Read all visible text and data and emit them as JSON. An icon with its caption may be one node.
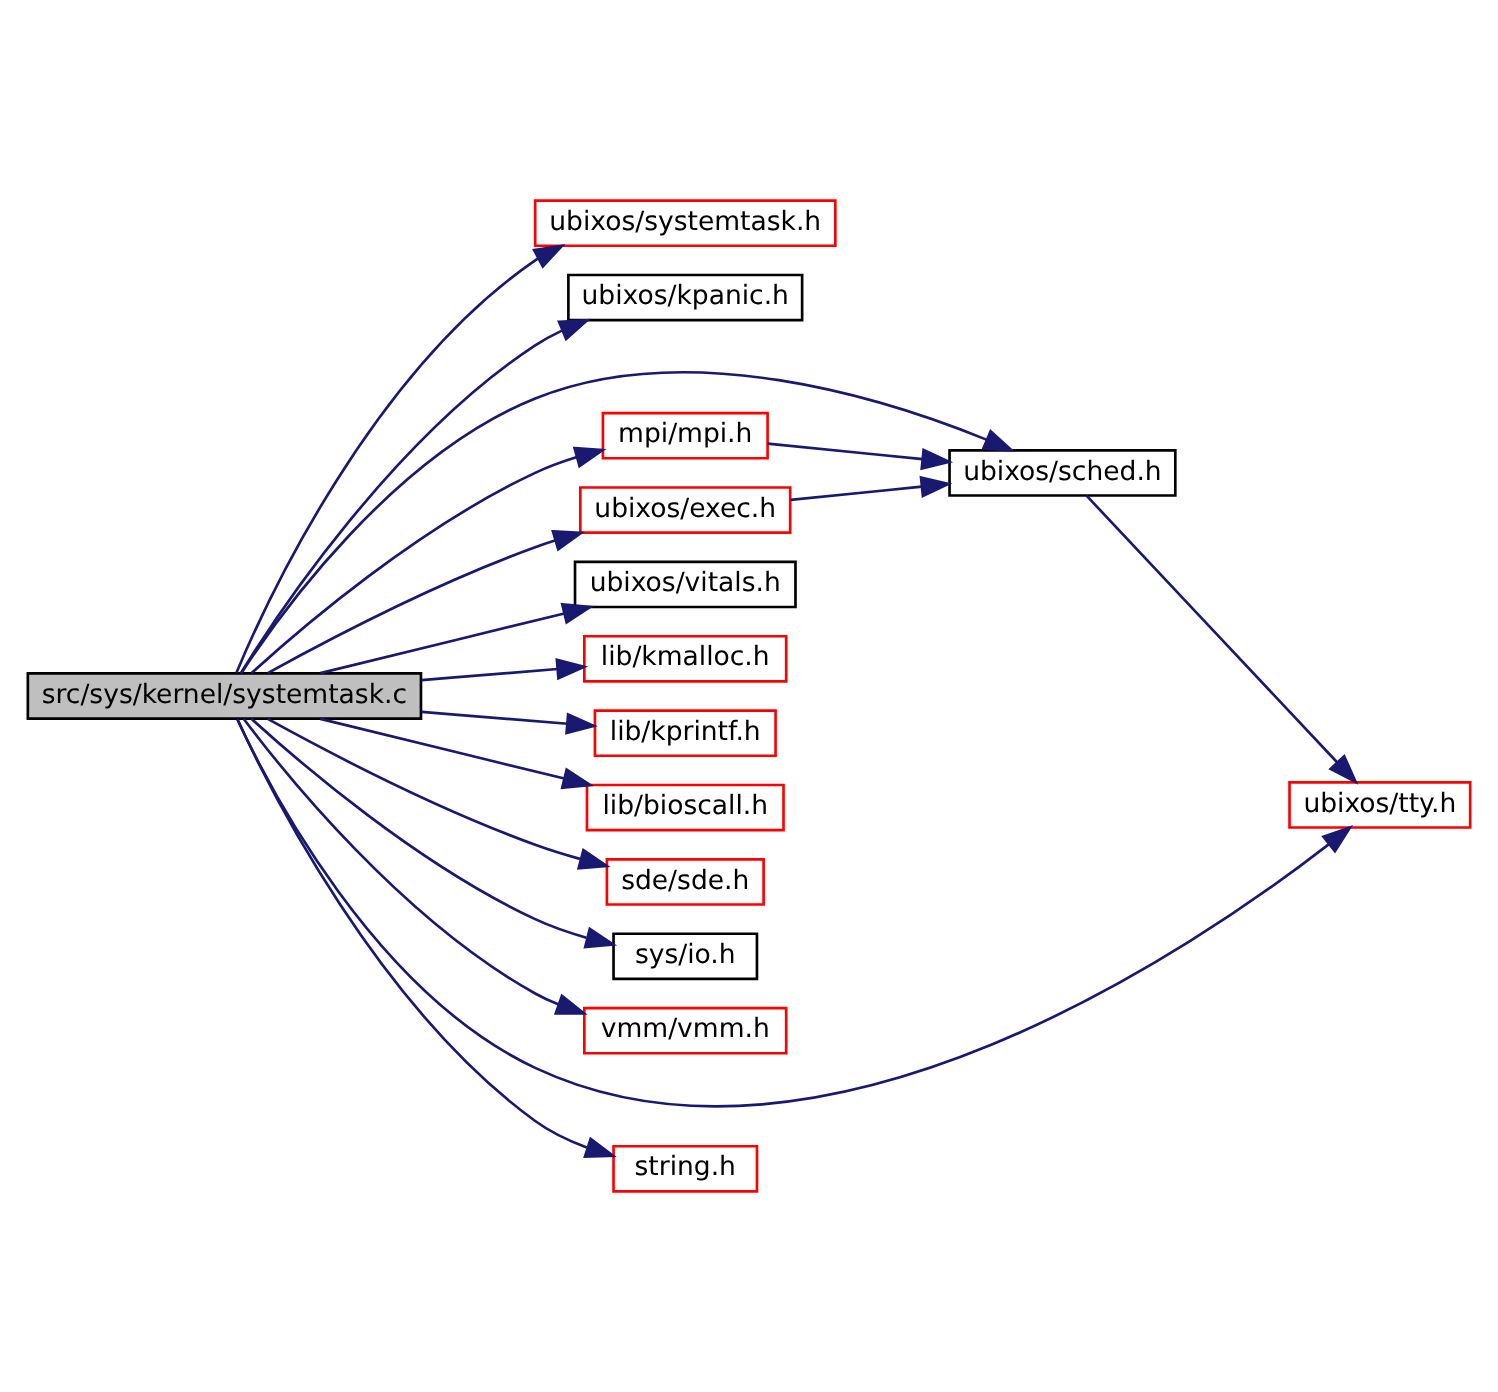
{
  "diagram": {
    "nodes": [
      {
        "text": [
          "src/sys/kernel/systemtask.c"
        ]
      },
      {
        "text": [
          "ubixos/systemtask.h"
        ]
      },
      {
        "text": [
          "ubixos/kpanic.h"
        ]
      },
      {
        "text": [
          "ubixos/sched.h"
        ]
      },
      {
        "text": [
          "mpi/mpi.h"
        ]
      },
      {
        "text": [
          "ubixos/exec.h"
        ]
      },
      {
        "text": [
          "ubixos/vitals.h"
        ]
      },
      {
        "text": [
          "lib/kmalloc.h"
        ]
      },
      {
        "text": [
          "lib/kprintf.h"
        ]
      },
      {
        "text": [
          "lib/bioscall.h"
        ]
      },
      {
        "text": [
          "sde/sde.h"
        ]
      },
      {
        "text": [
          "sys/io.h"
        ]
      },
      {
        "text": [
          "vmm/vmm.h"
        ]
      },
      {
        "text": [
          "ubixos/tty.h"
        ]
      },
      {
        "text": [
          "string.h"
        ]
      }
    ],
    "edges": [
      {
        "from": 0,
        "to": 1,
        "arrow": "to"
      },
      {
        "from": 0,
        "to": 2,
        "arrow": "to"
      },
      {
        "from": 0,
        "to": 3,
        "arrow": "to"
      },
      {
        "from": 0,
        "to": 4,
        "arrow": "to"
      },
      {
        "from": 0,
        "to": 5,
        "arrow": "to"
      },
      {
        "from": 0,
        "to": 6,
        "arrow": "to"
      },
      {
        "from": 0,
        "to": 7,
        "arrow": "to"
      },
      {
        "from": 0,
        "to": 8,
        "arrow": "to"
      },
      {
        "from": 0,
        "to": 9,
        "arrow": "to"
      },
      {
        "from": 0,
        "to": 10,
        "arrow": "to"
      },
      {
        "from": 0,
        "to": 11,
        "arrow": "to"
      },
      {
        "from": 0,
        "to": 12,
        "arrow": "to"
      },
      {
        "from": 0,
        "to": 13,
        "arrow": "to"
      },
      {
        "from": 0,
        "to": 14,
        "arrow": "to"
      },
      {
        "from": 4,
        "to": 3,
        "arrow": "to"
      },
      {
        "from": 5,
        "to": 3,
        "arrow": "to"
      },
      {
        "from": 3,
        "to": 13,
        "arrow": "to"
      }
    ]
  }
}
